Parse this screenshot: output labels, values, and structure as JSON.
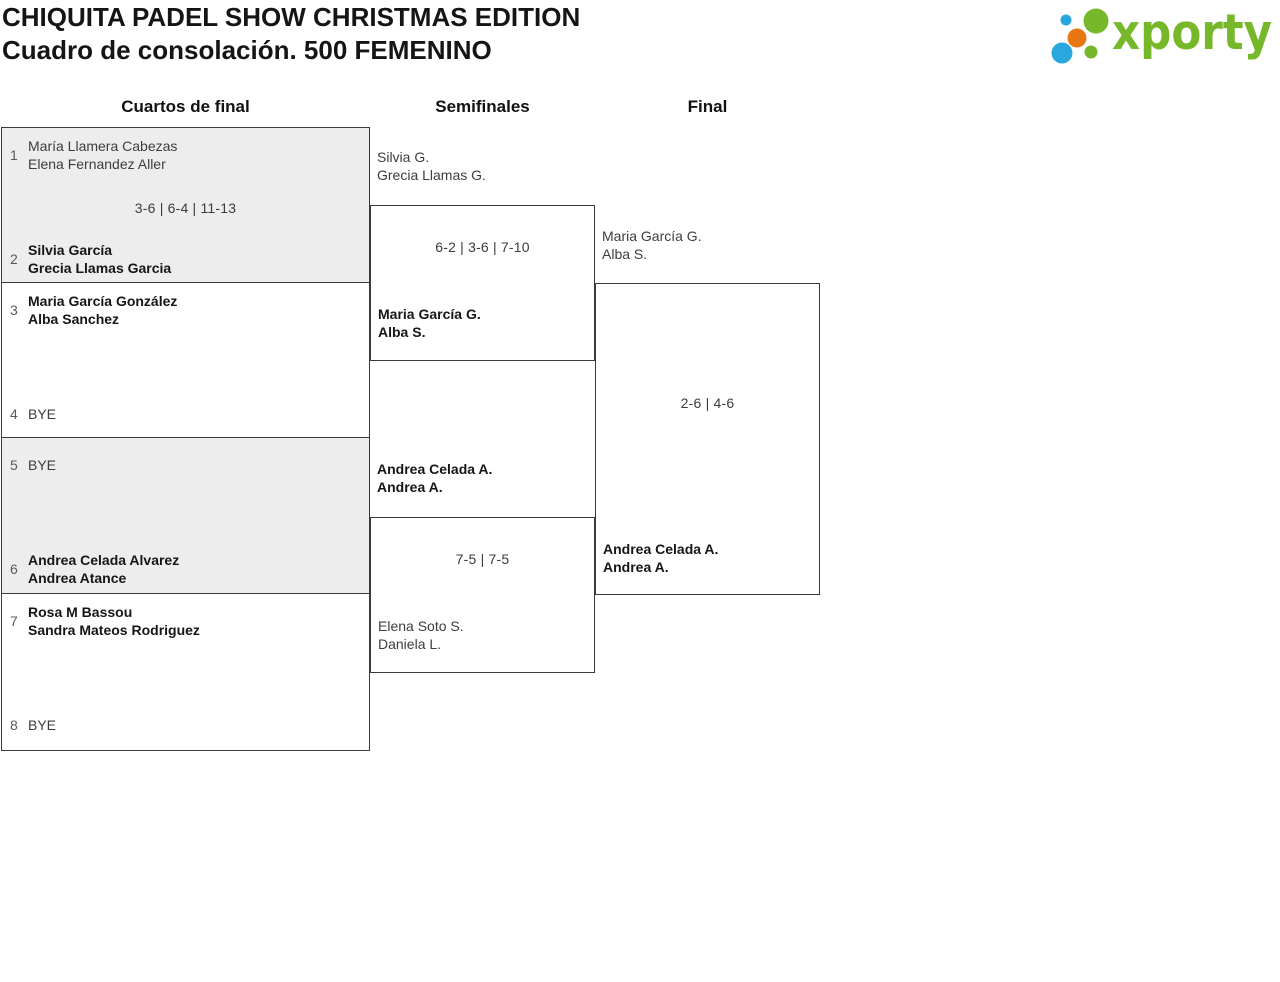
{
  "header": {
    "title_line1": "CHIQUITA PADEL SHOW CHRISTMAS EDITION",
    "title_line2": "Cuadro de consolación. 500 FEMENINO"
  },
  "logo": {
    "wordmark": "xporty",
    "colors": {
      "green": "#76b82a",
      "blue": "#29a7df",
      "orange": "#e87611"
    }
  },
  "colors": {
    "box_border": "#3a3a3a",
    "box_shaded_background": "#ededed",
    "name_regular": "#3d3d3d",
    "name_winner": "#161616",
    "seed_number": "#5a5a5a"
  },
  "rounds": [
    {
      "label": "Cuartos de final"
    },
    {
      "label": "Semifinales"
    },
    {
      "label": "Final"
    }
  ],
  "bracket": {
    "quarterfinals": [
      {
        "shaded": true,
        "team1": {
          "seed": "1",
          "lines": [
            "María Llamera Cabezas",
            "Elena Fernandez Aller"
          ],
          "winner": false
        },
        "score": "3-6 | 6-4 | 11-13",
        "team2": {
          "seed": "2",
          "lines": [
            "Silvia García",
            "Grecia Llamas Garcia"
          ],
          "winner": true
        }
      },
      {
        "shaded": false,
        "team1": {
          "seed": "3",
          "lines": [
            "Maria García González",
            "Alba Sanchez"
          ],
          "winner": true
        },
        "score": "",
        "team2": {
          "seed": "4",
          "lines": [
            "BYE"
          ],
          "winner": false
        }
      },
      {
        "shaded": true,
        "team1": {
          "seed": "5",
          "lines": [
            "BYE"
          ],
          "winner": false
        },
        "score": "",
        "team2": {
          "seed": "6",
          "lines": [
            "Andrea Celada Alvarez",
            "Andrea Atance"
          ],
          "winner": true
        }
      },
      {
        "shaded": false,
        "team1": {
          "seed": "7",
          "lines": [
            "Rosa M Bassou",
            "Sandra Mateos Rodriguez"
          ],
          "winner": true
        },
        "score": "",
        "team2": {
          "seed": "8",
          "lines": [
            "BYE"
          ],
          "winner": false
        }
      }
    ],
    "semifinals": [
      {
        "team1": {
          "lines": [
            "Silvia G.",
            "Grecia Llamas G."
          ],
          "winner": false
        },
        "score": "6-2 | 3-6 | 7-10",
        "team2": {
          "lines": [
            "Maria García G.",
            "Alba S."
          ],
          "winner": true
        }
      },
      {
        "team1": {
          "lines": [
            "Andrea Celada A.",
            "Andrea A."
          ],
          "winner": true
        },
        "score": "7-5 | 7-5",
        "team2": {
          "lines": [
            "Elena Soto S.",
            "Daniela L."
          ],
          "winner": false
        }
      }
    ],
    "final": {
      "team1": {
        "lines": [
          "Maria García G.",
          "Alba S."
        ],
        "winner": false
      },
      "score": "2-6 | 4-6",
      "team2": {
        "lines": [
          "Andrea Celada A.",
          "Andrea A."
        ],
        "winner": true
      }
    }
  }
}
